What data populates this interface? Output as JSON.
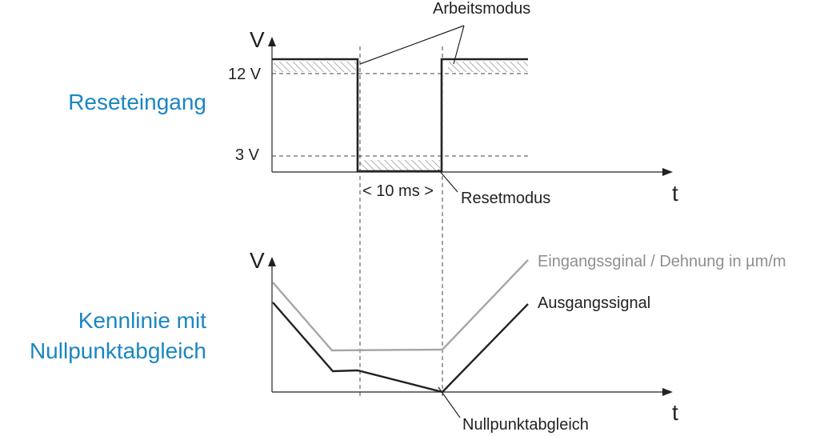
{
  "section_top": {
    "label": "Reseteingang"
  },
  "section_bottom": {
    "label_line1": "Kennlinie mit",
    "label_line2": "Nullpunktabgleich"
  },
  "top_chart": {
    "y_axis_letter": "V",
    "x_axis_letter": "t",
    "tick_12v": "12 V",
    "tick_3v": "3 V",
    "duration": "< 10 ms >",
    "annotation_work": "Arbeitsmodus",
    "annotation_reset": "Resetmodus"
  },
  "bottom_chart": {
    "y_axis_letter": "V",
    "x_axis_letter": "t",
    "legend_input": "Eingangssginal / Dehnung in µm/m",
    "legend_output": "Ausgangssignal",
    "annotation_zero": "Nullpunktabgleich"
  },
  "colors": {
    "accent": "#1b86c1",
    "line": "#222222",
    "input_signal": "#a6a6a6"
  }
}
